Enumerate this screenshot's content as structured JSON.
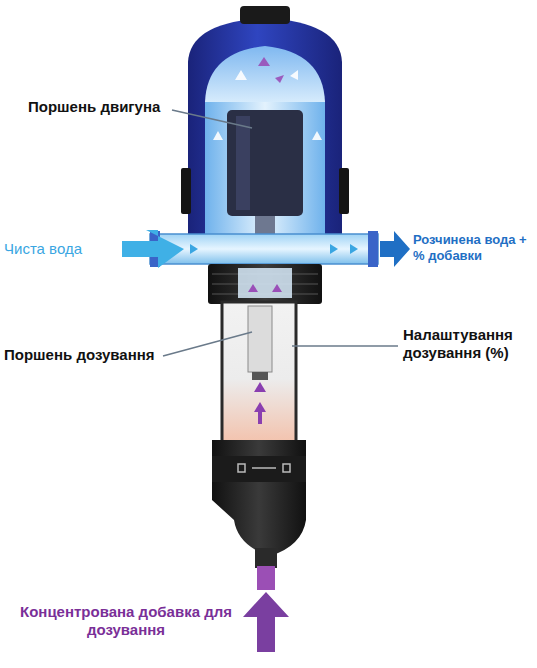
{
  "diagram": {
    "labels": [
      "Поршень двигуна",
      "Чиста вода",
      "Розчинена вода + % добавки",
      "Налаштування дозування (%)",
      "Поршень дозування",
      "Концентрована добавка для дозування"
    ]
  }
}
